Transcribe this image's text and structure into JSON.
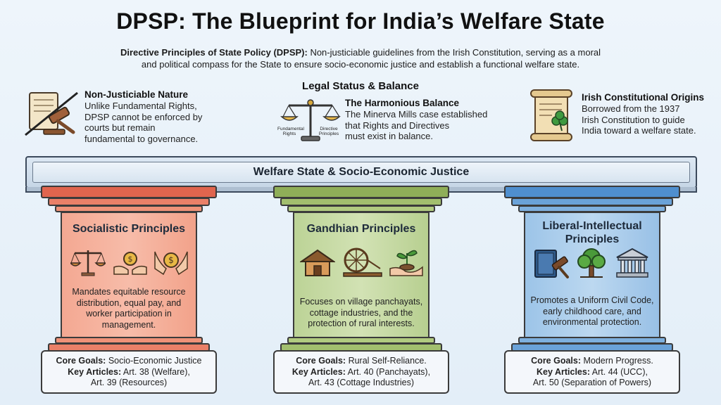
{
  "header": {
    "title": "DPSP: The Blueprint for India’s Welfare State",
    "subtitle_bold": "Directive Principles of State Policy (DPSP):",
    "subtitle_line1": " Non-justiciable guidelines from the Irish Constitution, serving as a moral",
    "subtitle_line2": "and political compass for the State to ensure socio-economic justice and establish a functional welfare state."
  },
  "info_left": {
    "heading": "Non-Justiciable Nature",
    "lines": [
      "Unlike Fundamental Rights,",
      "DPSP cannot be enforced by",
      "courts but remain",
      "fundamental to governance."
    ]
  },
  "info_center": {
    "section_heading": "Legal Status & Balance",
    "heading": "The Harmonious Balance",
    "lines": [
      "The Minerva Mills case established",
      "that Rights and Directives",
      "must exist in balance."
    ],
    "scale_left_label_1": "Fundamental",
    "scale_left_label_2": "Rights",
    "scale_right_label_1": "Directive",
    "scale_right_label_2": "Principles"
  },
  "info_right": {
    "heading": "Irish Constitutional Origins",
    "lines": [
      "Borrowed from the 1937",
      "Irish Constitution to guide",
      "India toward a welfare state."
    ]
  },
  "beam": {
    "label": "Welfare State & Socio-Economic Justice"
  },
  "pillars": [
    {
      "title": "Socialistic Principles",
      "desc": [
        "Mandates equitable resource",
        "distribution, equal pay, and",
        "worker participation in",
        "management."
      ],
      "goal_label": "Core Goals:",
      "goal_value": " Socio-Economic Justice",
      "articles_label": "Key Articles:",
      "articles_value": " Art. 38 (Welfare),",
      "articles_line2": "Art. 39 (Resources)",
      "color": "#ef8c74"
    },
    {
      "title": "Gandhian Principles",
      "desc": [
        "Focuses on village panchayats,",
        "cottage industries, and the",
        "protection of rural interests."
      ],
      "goal_label": "Core Goals:",
      "goal_value": " Rural Self-Reliance.",
      "articles_label": "Key Articles:",
      "articles_value": " Art. 40 (Panchayats),",
      "articles_line2": "Art. 43 (Cottage Industries)",
      "color": "#a9c47a"
    },
    {
      "title_line1": "Liberal-Intellectual",
      "title_line2": "Principles",
      "desc": [
        "Promotes a Uniform Civil Code,",
        "early childhood care, and",
        "environmental protection."
      ],
      "goal_label": "Core Goals:",
      "goal_value": " Modern Progress.",
      "articles_label": "Key Articles:",
      "articles_value": " Art. 44 (UCC),",
      "articles_line2": "Art. 50 (Separation of Powers)",
      "color": "#7aaedc"
    }
  ],
  "icons": {
    "left": "gavel-scroll-crossed-icon",
    "center": "balance-scale-icon",
    "right": "irish-scroll-shamrock-icon",
    "p1": [
      "scales-icon",
      "coin-hands-icon",
      "coin-hands-icon"
    ],
    "p2": [
      "village-hut-icon",
      "spinning-wheel-icon",
      "plant-hand-icon"
    ],
    "p3": [
      "law-book-gavel-icon",
      "tree-icon",
      "courthouse-icon"
    ]
  }
}
